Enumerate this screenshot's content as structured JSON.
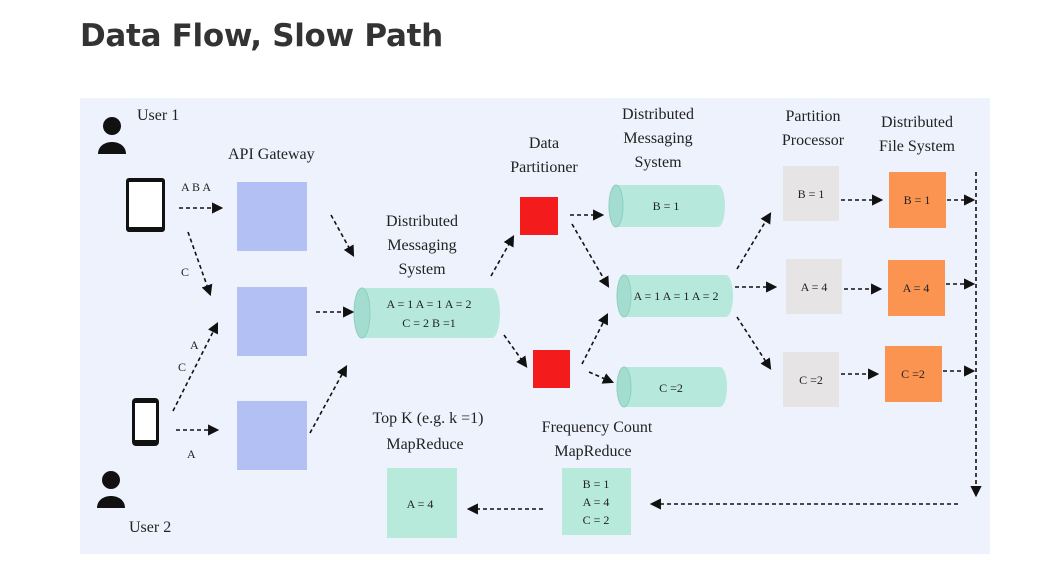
{
  "title": "Data Flow, Slow Path",
  "labels": {
    "user1": "User 1",
    "user2": "User 2",
    "api_gateway": "API Gateway",
    "dms1": [
      "Distributed",
      "Messaging",
      "System"
    ],
    "data_partitioner": [
      "Data",
      "Partitioner"
    ],
    "dms2": [
      "Distributed",
      "Messaging",
      "System"
    ],
    "partition_processor": [
      "Partition",
      "Processor"
    ],
    "dfs": [
      "Distributed",
      "File System"
    ],
    "topk": [
      "Top K (e.g. k  =1)",
      "MapReduce"
    ],
    "freq": [
      "Frequency Count",
      "MapReduce"
    ]
  },
  "inputs": {
    "tablet_events": "A B A",
    "tablet_c": "C",
    "phone_ac": [
      "A",
      "C"
    ],
    "phone_a": "A"
  },
  "queues": {
    "main": [
      "A = 1  A = 1 A = 2",
      "C = 2 B =1"
    ],
    "q1": "B = 1",
    "q2": "A = 1 A = 1 A = 2",
    "q3": "C =2"
  },
  "processors": [
    "B = 1",
    "A = 4",
    "C =2"
  ],
  "files": [
    "B = 1",
    "A = 4",
    "C =2"
  ],
  "freq_values": [
    "B = 1",
    "A = 4",
    "C = 2"
  ],
  "topk_value": "A = 4",
  "colors": {
    "background": "#eef2fd",
    "gateway": "#b3c0f4",
    "queue": "#b6e8dc",
    "partitioner": "#f31b1b",
    "processor": "#e6e4e4",
    "file": "#fa9450",
    "mapreduce": "#b8eadb"
  }
}
